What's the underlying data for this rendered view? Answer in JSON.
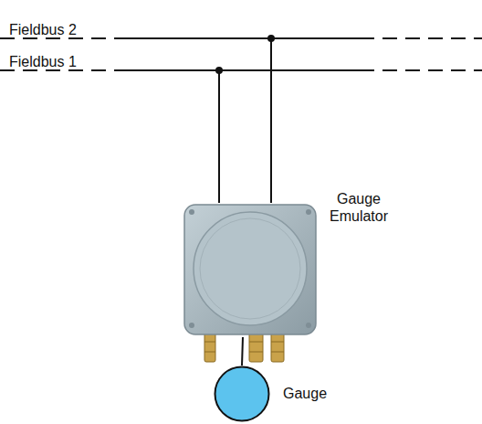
{
  "diagram": {
    "nodes": [
      {
        "text": [
          "Fieldbus 2"
        ]
      },
      {
        "text": [
          "Fieldbus 1"
        ]
      },
      {
        "text": [
          "Gauge Emulator"
        ]
      },
      {
        "text": [
          "Gauge"
        ]
      }
    ],
    "edges": [
      {
        "from": 1,
        "to": 2,
        "arrow": "none"
      },
      {
        "from": 0,
        "to": 2,
        "arrow": "none"
      },
      {
        "from": 2,
        "to": 3,
        "arrow": "none"
      }
    ]
  }
}
